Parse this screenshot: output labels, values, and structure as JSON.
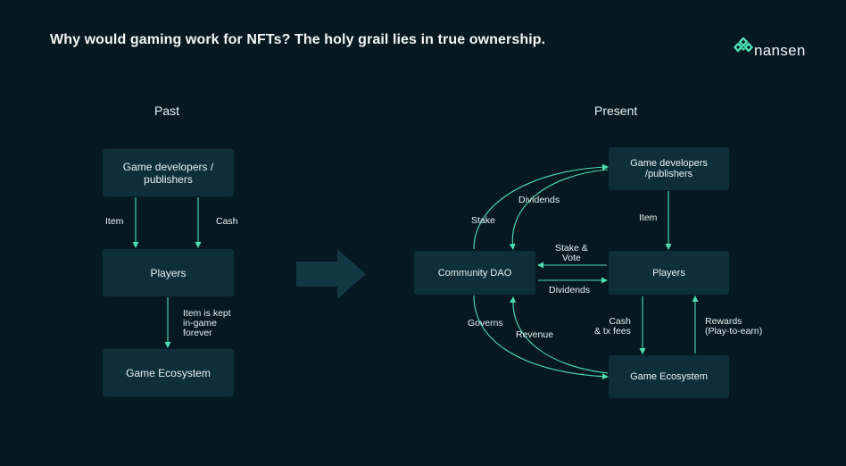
{
  "title": "Why would gaming work for NFTs? The holy grail lies in true ownership.",
  "logo": {
    "icon": "nansen-diamond-icon",
    "text": "nansen",
    "color": "#4ce0b3"
  },
  "colors": {
    "background": "#061923",
    "box": "#0f2f38",
    "arrow": "#4ce0b3",
    "big_arrow": "#143843"
  },
  "past": {
    "label": "Past",
    "boxes": {
      "developers": "Game developers /\npublishers",
      "players": "Players",
      "ecosystem": "Game Ecosystem"
    },
    "edges": {
      "item": "Item",
      "cash": "Cash",
      "kept": "Item is kept\nin-game\nforever"
    }
  },
  "present": {
    "label": "Present",
    "boxes": {
      "developers": "Game developers\n/publishers",
      "players": "Players",
      "dao": "Community DAO",
      "ecosystem": "Game Ecosystem"
    },
    "edges": {
      "stake": "Stake",
      "dividends_top": "Dividends",
      "item": "Item",
      "stake_vote": "Stake &\nVote",
      "dividends_mid": "Dividends",
      "governs": "Governs",
      "revenue": "Revenue",
      "cash_fees": "Cash\n& tx fees",
      "rewards": "Rewards\n(Play-to-earn)"
    }
  }
}
